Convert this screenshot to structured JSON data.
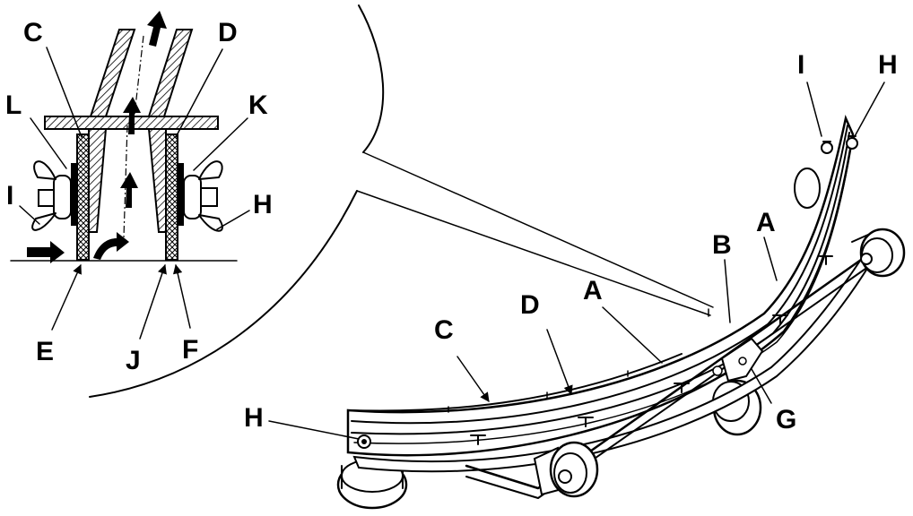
{
  "labels": {
    "C": "C",
    "D": "D",
    "L": "L",
    "K": "K",
    "I": "I",
    "H": "H",
    "E": "E",
    "J": "J",
    "F": "F",
    "A": "A",
    "B": "B",
    "G": "G"
  }
}
